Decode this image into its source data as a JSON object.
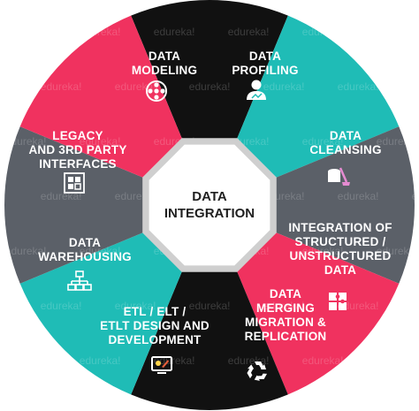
{
  "center": {
    "lines": [
      "DATA",
      "INTEGRATION"
    ]
  },
  "watermark": "edureka!",
  "colors": {
    "black": "#111111",
    "teal": "#1fbcb6",
    "gray": "#5b6068",
    "pink": "#f0325f",
    "white": "#ffffff",
    "center_bg": "#ffffff",
    "ring": "#cfcfcf"
  },
  "segments": [
    {
      "id": "data-modeling",
      "lines": [
        "DATA",
        "MODELING"
      ],
      "color": "black",
      "text_color": "white",
      "icon": "network-nodes-icon"
    },
    {
      "id": "data-profiling",
      "lines": [
        "DATA",
        "PROFILING"
      ],
      "color": "teal",
      "text_color": "white",
      "icon": "person-profile-icon"
    },
    {
      "id": "data-cleansing",
      "lines": [
        "DATA",
        "CLEANSING"
      ],
      "color": "gray",
      "text_color": "white",
      "icon": "broom-database-icon"
    },
    {
      "id": "integration-structured",
      "lines": [
        "INTEGRATION OF",
        "STRUCTURED /",
        "UNSTRUCTURED",
        "DATA"
      ],
      "color": "pink",
      "text_color": "white",
      "icon": "puzzle-icon"
    },
    {
      "id": "data-merging",
      "lines": [
        "DATA",
        "MERGING",
        "MIGRATION &",
        "REPLICATION"
      ],
      "color": "black",
      "text_color": "white",
      "icon": "recycle-icon"
    },
    {
      "id": "etl-design",
      "lines": [
        "ETL / ELT /",
        "ETLT DESIGN AND",
        "DEVELOPMENT"
      ],
      "color": "teal",
      "text_color": "white",
      "icon": "design-monitor-icon"
    },
    {
      "id": "data-warehousing",
      "lines": [
        "DATA",
        "WAREHOUSING"
      ],
      "color": "gray",
      "text_color": "white",
      "icon": "warehouse-hierarchy-icon"
    },
    {
      "id": "legacy-interfaces",
      "lines": [
        "LEGACY",
        "AND 3RD PARTY",
        "INTERFACES"
      ],
      "color": "pink",
      "text_color": "white",
      "icon": "interface-grid-icon"
    }
  ]
}
